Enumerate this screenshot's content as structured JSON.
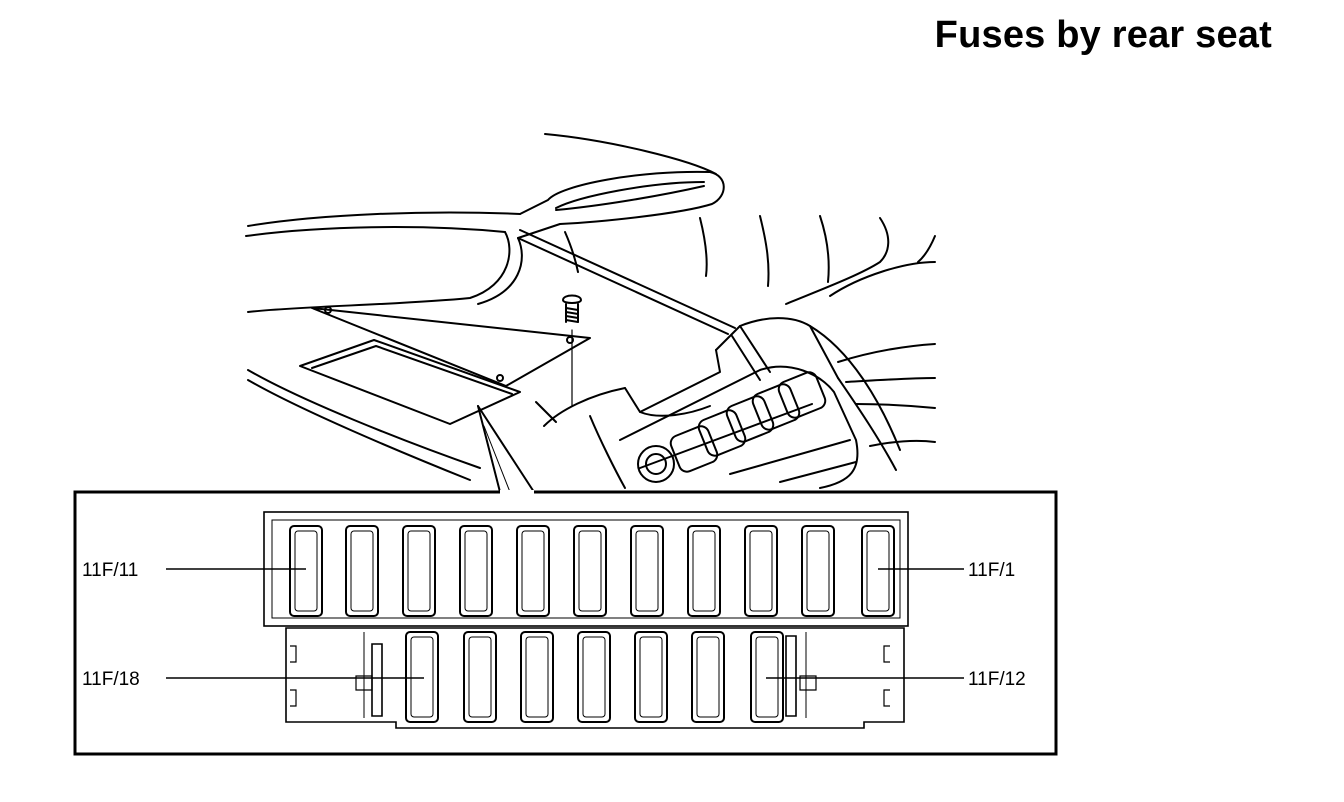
{
  "title": "Fuses by rear seat",
  "labels": {
    "top_left": "11F/11",
    "top_right": "11F/1",
    "bottom_left": "11F/18",
    "bottom_right": "11F/12"
  },
  "fuse_rows": {
    "top_count": 11,
    "bottom_count": 7
  }
}
